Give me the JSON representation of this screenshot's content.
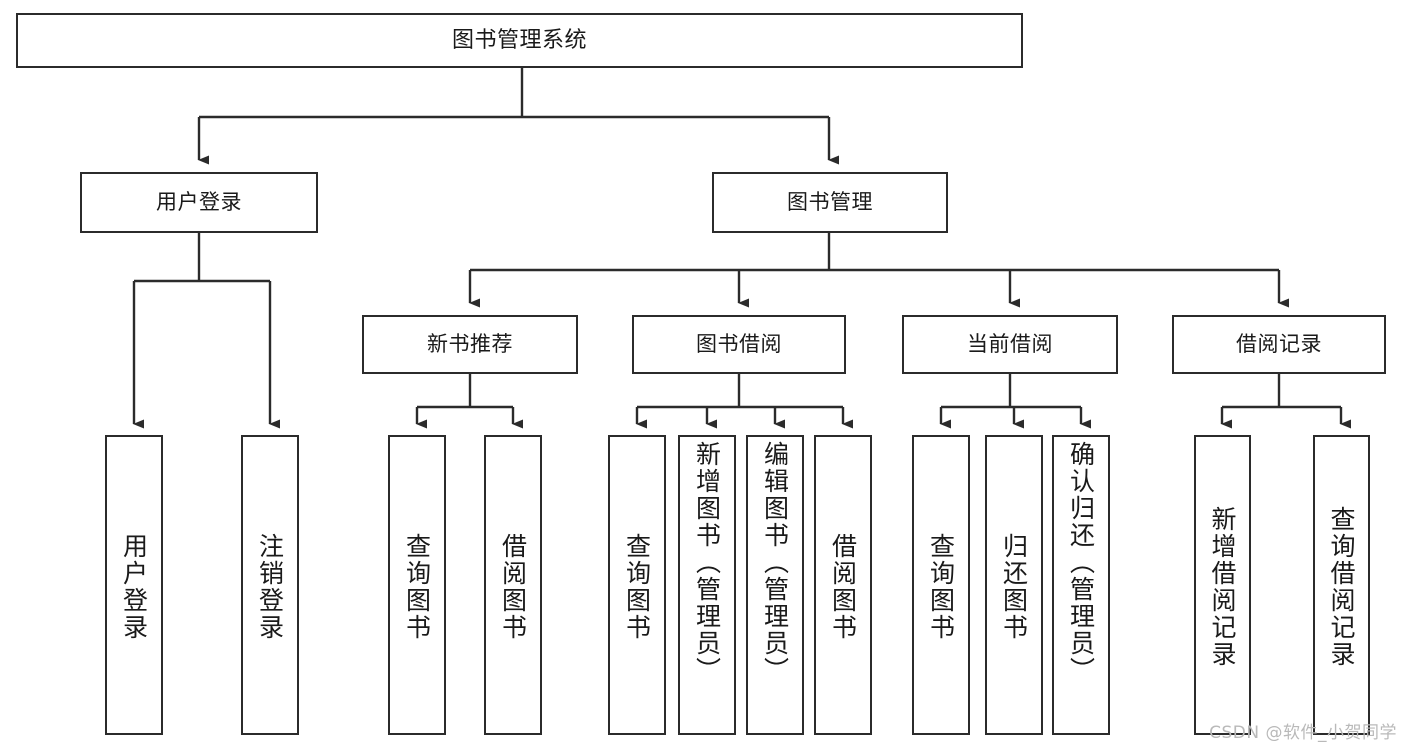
{
  "diagram": {
    "title": "图书管理系统",
    "type": "tree-hierarchy",
    "watermark": "CSDN @软件_小贺同学",
    "colors": {
      "background": "#ffffff",
      "stroke": "#2b2b2b",
      "text": "#1a1a1a",
      "watermark": "#b9b9b9"
    },
    "nodes": {
      "root": {
        "label": "图书管理系统"
      },
      "level2": [
        {
          "id": "user-login",
          "label": "用户登录"
        },
        {
          "id": "book-manage",
          "label": "图书管理"
        }
      ],
      "level3": [
        {
          "id": "new-book-recommend",
          "label": "新书推荐"
        },
        {
          "id": "book-borrow",
          "label": "图书借阅"
        },
        {
          "id": "current-borrow",
          "label": "当前借阅"
        },
        {
          "id": "borrow-record",
          "label": "借阅记录"
        }
      ],
      "leaves": {
        "user-login": [
          {
            "id": "leaf-user-login",
            "label": "用户登录"
          },
          {
            "id": "leaf-user-logout",
            "label": "注销登录"
          }
        ],
        "new-book-recommend": [
          {
            "id": "leaf-query-book-1",
            "label": "查询图书"
          },
          {
            "id": "leaf-borrow-book-1",
            "label": "借阅图书"
          }
        ],
        "book-borrow": [
          {
            "id": "leaf-query-book-2",
            "label": "查询图书"
          },
          {
            "id": "leaf-add-book",
            "label": "新增图书（管理员）"
          },
          {
            "id": "leaf-edit-book",
            "label": "编辑图书（管理员）"
          },
          {
            "id": "leaf-borrow-book-2",
            "label": "借阅图书"
          }
        ],
        "current-borrow": [
          {
            "id": "leaf-query-book-3",
            "label": "查询图书"
          },
          {
            "id": "leaf-return-book",
            "label": "归还图书"
          },
          {
            "id": "leaf-confirm-return",
            "label": "确认归还（管理员）"
          }
        ],
        "borrow-record": [
          {
            "id": "leaf-add-record",
            "label": "新增借阅记录"
          },
          {
            "id": "leaf-query-record",
            "label": "查询借阅记录"
          }
        ]
      }
    }
  }
}
